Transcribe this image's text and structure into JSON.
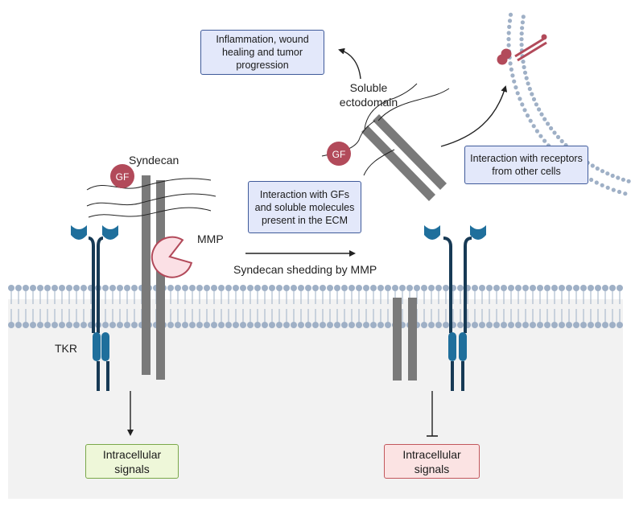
{
  "labels": {
    "syndecan": "Syndecan",
    "gf_left": "GF",
    "gf_right": "GF",
    "mmp": "MMP",
    "tkr": "TKR",
    "soluble_ectodomain": "Soluble\nectodomain",
    "shedding": "Syndecan shedding by MMP"
  },
  "boxes": {
    "inflammation": "Inflammation, wound\nhealing and tumor\nprogression",
    "gf_interaction": "Interaction with GFs\nand soluble molecules\npresent in the ECM",
    "receptor_interaction": "Interaction with receptors\nfrom other cells",
    "signals_left": "Intracellular\nsignals",
    "signals_right": "Intracellular\nsignals"
  },
  "colors": {
    "receptor": "#1f6f9c",
    "receptor_dark": "#173a55",
    "syndecan": "#7a7a7a",
    "gf": "#b24a5a",
    "mmp_fill": "#fbe0e5",
    "mmp_stroke": "#b24a5a",
    "membrane": "#9fb0c6",
    "cytoplasm": "#f2f2f2"
  }
}
